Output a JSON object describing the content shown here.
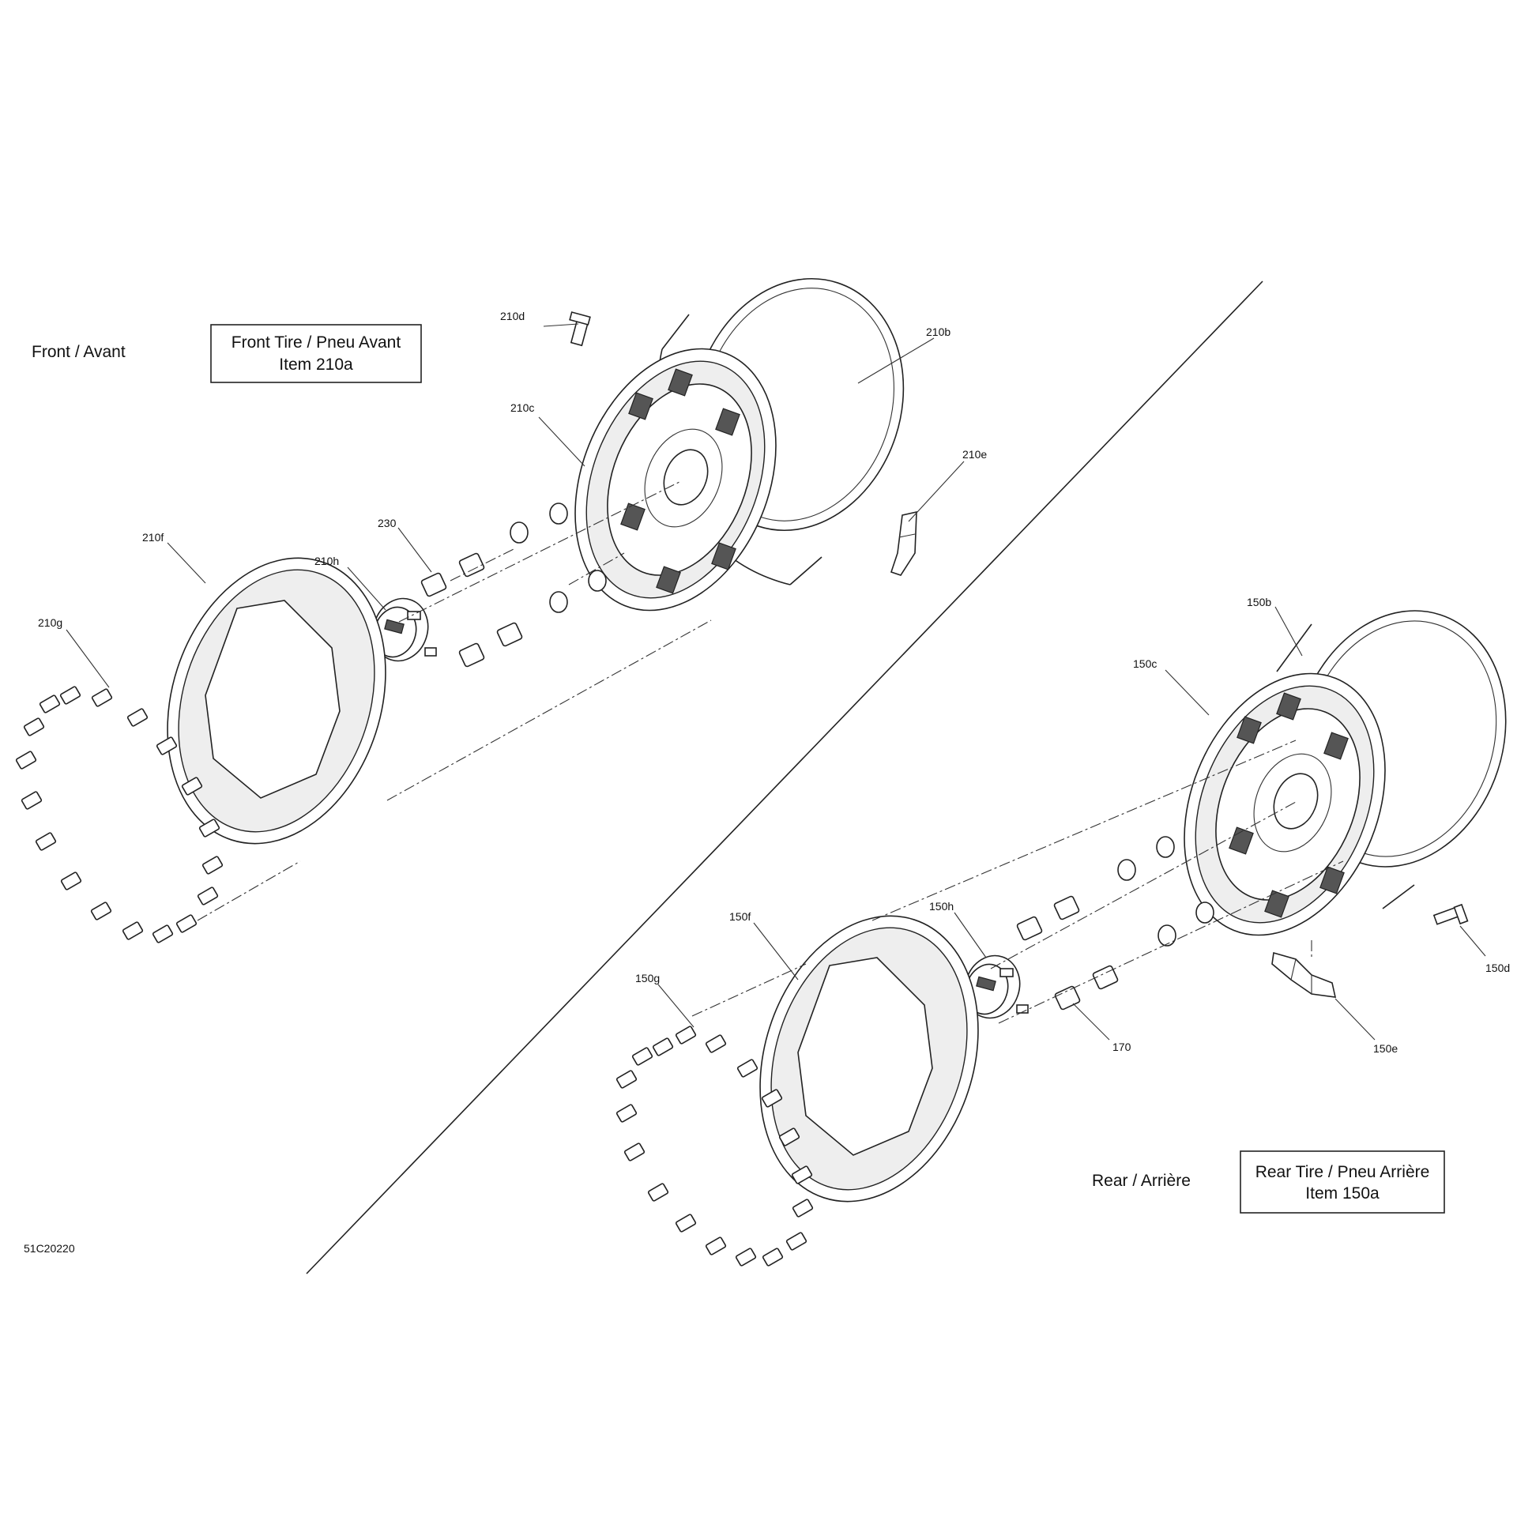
{
  "sections": {
    "front": "Front / Avant",
    "rear": "Rear / Arrière"
  },
  "boxes": {
    "front": {
      "line1": "Front Tire / Pneu Avant",
      "line2": "Item 210a"
    },
    "rear": {
      "line1": "Rear Tire / Pneu Arrière",
      "line2": "Item 150a"
    }
  },
  "drawing_number": "51C20220",
  "callouts": {
    "c210d": "210d",
    "c210b": "210b",
    "c210c": "210c",
    "c210e": "210e",
    "c230": "230",
    "c210f": "210f",
    "c210h": "210h",
    "c210g": "210g",
    "c150b": "150b",
    "c150c": "150c",
    "c150f": "150f",
    "c150h": "150h",
    "c150g": "150g",
    "c150d": "150d",
    "c170": "170",
    "c150e": "150e"
  }
}
